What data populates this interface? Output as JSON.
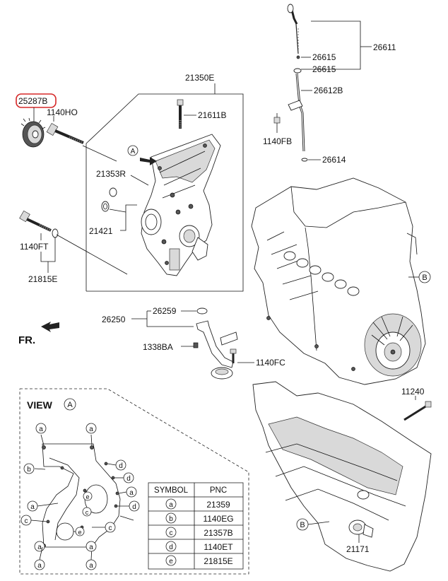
{
  "callouts": {
    "p25287B": "25287B",
    "p1140HO": "1140HO",
    "p21350E": "21350E",
    "p21611B": "21611B",
    "p21353R": "21353R",
    "p21421": "21421",
    "p1140FT": "1140FT",
    "p21815E": "21815E",
    "p26250": "26250",
    "p26259": "26259",
    "p1338BA": "1338BA",
    "p1140FC": "1140FC",
    "p26611": "26611",
    "p26615a": "26615",
    "p26615b": "26615",
    "p26612B": "26612B",
    "p1140FB": "1140FB",
    "p26614": "26614",
    "p11240": "11240",
    "p21171": "21171"
  },
  "view_marker": "A",
  "ref_marker": "B",
  "front_label": "FR.",
  "view_box": {
    "title": "VIEW",
    "marker": "A",
    "symbols": [
      "a",
      "b",
      "c",
      "d",
      "e"
    ]
  },
  "symbol_table": {
    "headers": [
      "SYMBOL",
      "PNC"
    ],
    "rows": [
      {
        "symbol": "a",
        "pnc": "21359"
      },
      {
        "symbol": "b",
        "pnc": "1140EG"
      },
      {
        "symbol": "c",
        "pnc": "21357B"
      },
      {
        "symbol": "d",
        "pnc": "1140ET"
      },
      {
        "symbol": "e",
        "pnc": "21815E"
      }
    ]
  },
  "colors": {
    "highlight": "#d62828",
    "line": "#111111",
    "shade": "#d9d9d9"
  }
}
